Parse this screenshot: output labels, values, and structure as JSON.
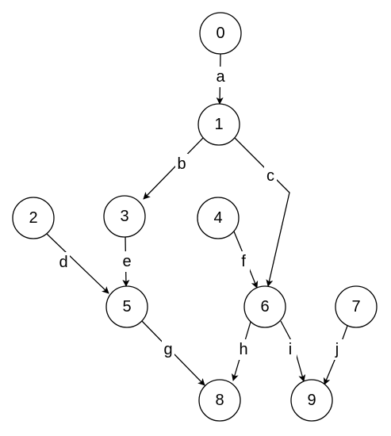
{
  "nodes": [
    {
      "id": "0",
      "label": "0"
    },
    {
      "id": "1",
      "label": "1"
    },
    {
      "id": "2",
      "label": "2"
    },
    {
      "id": "3",
      "label": "3"
    },
    {
      "id": "4",
      "label": "4"
    },
    {
      "id": "5",
      "label": "5"
    },
    {
      "id": "6",
      "label": "6"
    },
    {
      "id": "7",
      "label": "7"
    },
    {
      "id": "8",
      "label": "8"
    },
    {
      "id": "9",
      "label": "9"
    }
  ],
  "edges": [
    {
      "label": "a",
      "from": "0",
      "to": "1"
    },
    {
      "label": "b",
      "from": "1",
      "to": "3"
    },
    {
      "label": "c",
      "from": "1",
      "to": "6"
    },
    {
      "label": "d",
      "from": "2",
      "to": "5"
    },
    {
      "label": "e",
      "from": "3",
      "to": "5"
    },
    {
      "label": "f",
      "from": "4",
      "to": "6"
    },
    {
      "label": "g",
      "from": "5",
      "to": "8"
    },
    {
      "label": "h",
      "from": "6",
      "to": "8"
    },
    {
      "label": "i",
      "from": "6",
      "to": "9"
    },
    {
      "label": "j",
      "from": "7",
      "to": "9"
    }
  ]
}
